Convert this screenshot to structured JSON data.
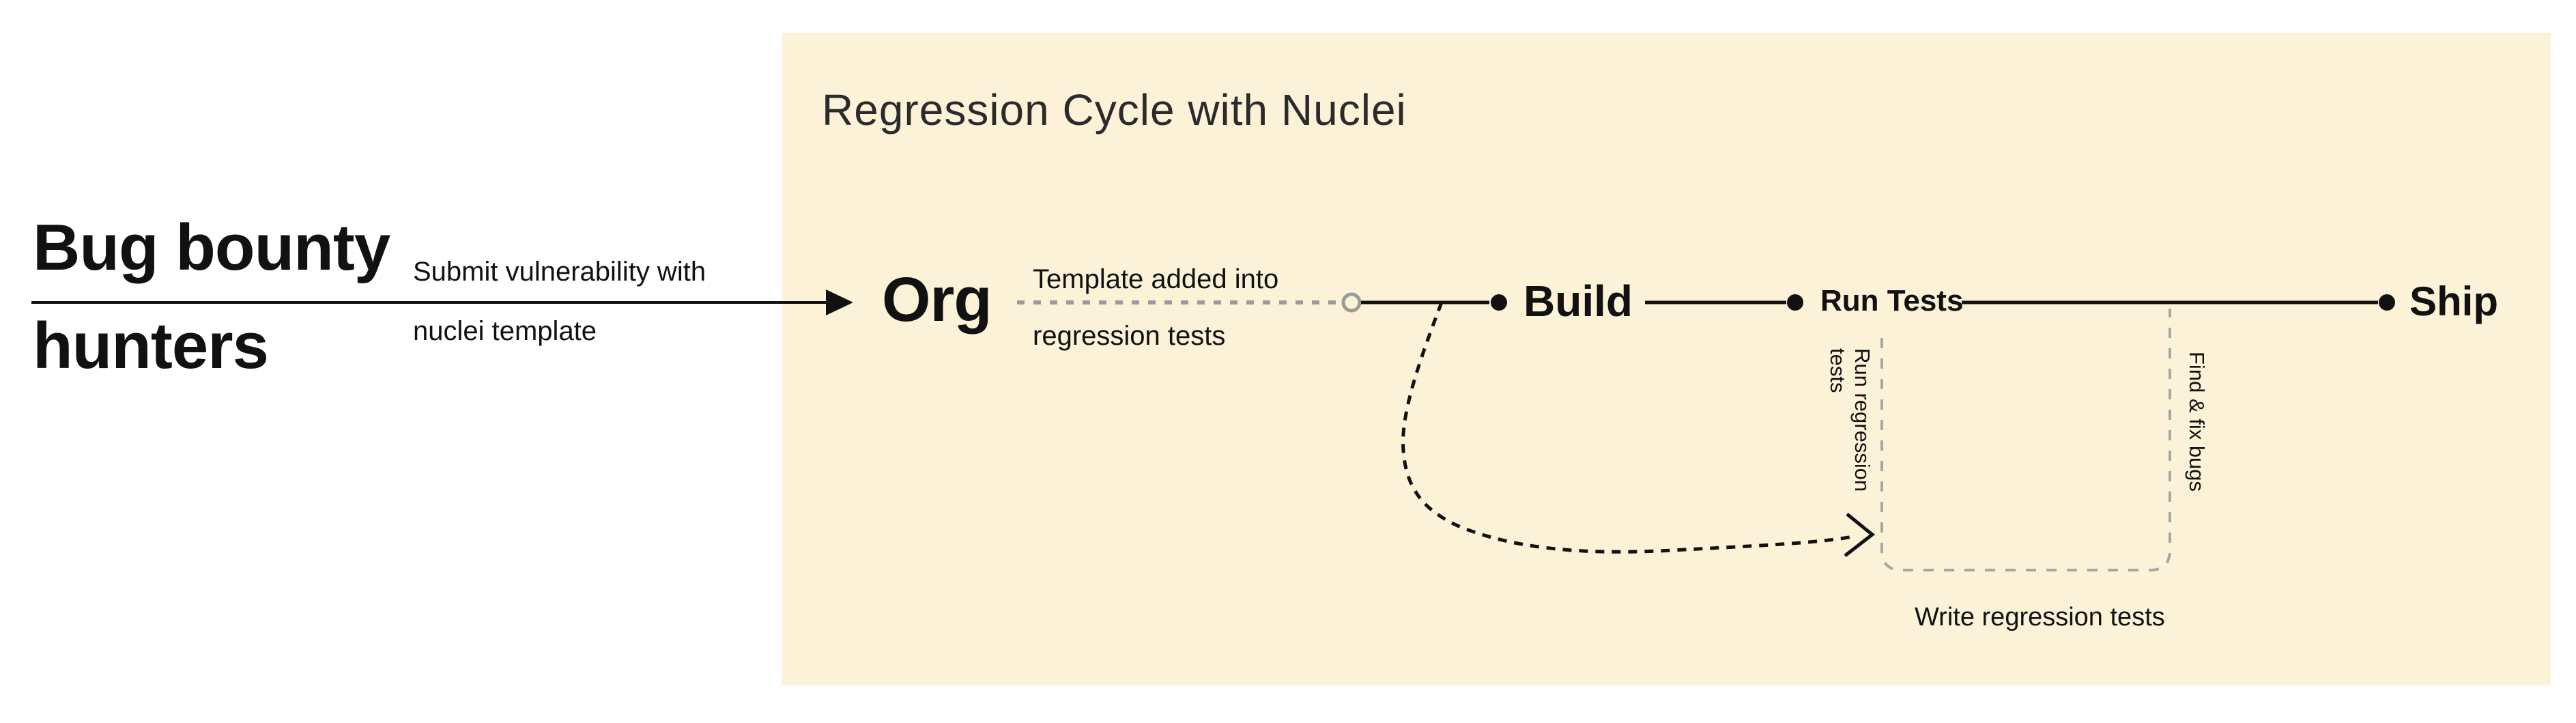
{
  "colors": {
    "background": "#FFFFFF",
    "panel_bg": "#FCF2D8",
    "line": "#111111",
    "muted_dash": "#9B9B9B",
    "bracket_dash": "#A6A6A6",
    "text": "#111111",
    "title_text": "#2B2B2B"
  },
  "left_side": {
    "actor_line1": "Bug bounty",
    "actor_line2": "hunters",
    "arrow_label_line1": "Submit vulnerability with",
    "arrow_label_line2": "nuclei template"
  },
  "panel": {
    "title": "Regression Cycle with Nuclei",
    "nodes": {
      "org": "Org",
      "build": "Build",
      "run_tests": "Run Tests",
      "ship": "Ship"
    },
    "edge_labels": {
      "template_added_line1": "Template added into",
      "template_added_line2": "regression tests",
      "run_regression": "Run regression tests",
      "find_fix": "Find & fix bugs",
      "write_regression": "Write regression tests"
    }
  }
}
